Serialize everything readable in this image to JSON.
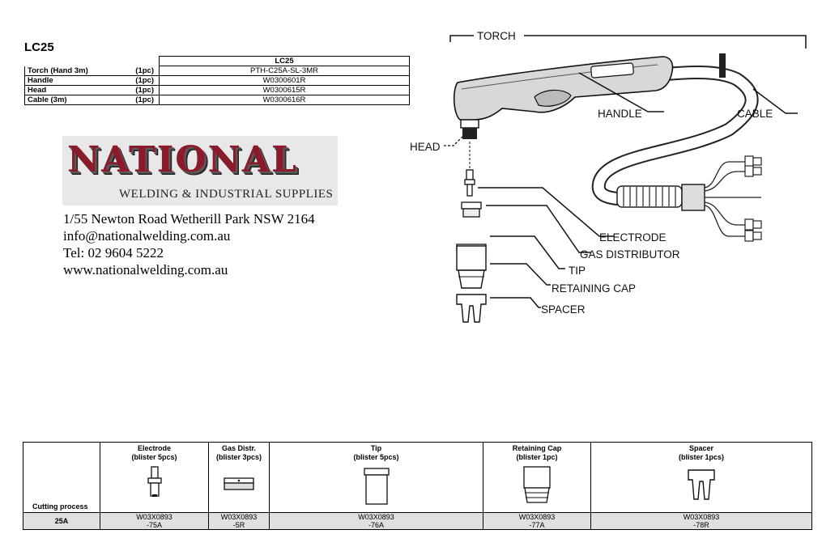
{
  "title": "LC25",
  "parts_table": {
    "header": "LC25",
    "rows": [
      {
        "name": "Torch (Hand 3m)",
        "qty": "(1pc)",
        "code": "PTH-C25A-SL-3MR"
      },
      {
        "name": "Handle",
        "qty": "(1pc)",
        "code": "W0300601R"
      },
      {
        "name": "Head",
        "qty": "(1pc)",
        "code": "W0300615R"
      },
      {
        "name": "Cable (3m)",
        "qty": "(1pc)",
        "code": "W0300616R"
      }
    ]
  },
  "logo": {
    "word": "NATIONAL",
    "subtitle": "WELDING & INDUSTRIAL SUPPLIES",
    "color": "#8b1a2b"
  },
  "contact": {
    "address": "1/55 Newton Road Wetherill Park NSW 2164",
    "email": "info@nationalwelding.com.au",
    "phone": "Tel: 02 9604 5222",
    "website": "www.nationalwelding.com.au"
  },
  "diagram": {
    "labels": {
      "torch": "TORCH",
      "handle": "HANDLE",
      "cable": "CABLE",
      "head": "HEAD",
      "electrode": "ELECTRODE",
      "gas_distributor": "GAS DISTRIBUTOR",
      "tip": "TIP",
      "retaining_cap": "RETAINING CAP",
      "spacer": "SPACER"
    }
  },
  "consumables_table": {
    "row_label": "Cutting process",
    "size": "25A",
    "columns": [
      {
        "title": "Electrode",
        "pack": "(blister 5pcs)",
        "code1": "W03X0893",
        "code2": "-75A",
        "icon": "electrode-icon"
      },
      {
        "title": "Gas Distr.",
        "pack": "(blister 3pcs)",
        "code1": "W03X0893",
        "code2": "-5R",
        "icon": "gas-distributor-icon"
      },
      {
        "title": "Tip",
        "pack": "(blister 5pcs)",
        "code1": "W03X0893",
        "code2": "-76A",
        "icon": "tip-icon"
      },
      {
        "title": "Retaining Cap",
        "pack": "(blister 1pc)",
        "code1": "W03X0893",
        "code2": "-77A",
        "icon": "retaining-cap-icon"
      },
      {
        "title": "Spacer",
        "pack": "(blister 1pcs)",
        "code1": "W03X0893",
        "code2": "-78R",
        "icon": "spacer-icon"
      }
    ]
  }
}
